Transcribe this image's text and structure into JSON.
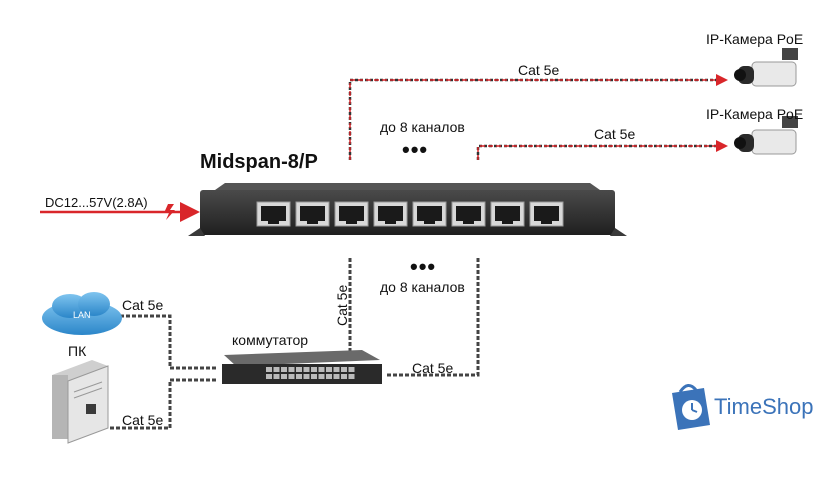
{
  "title": "Midspan-8/P",
  "power_label": "DC12...57V(2.8A)",
  "camera_label_1": "IP-Камера PoE",
  "camera_label_2": "IP-Камера PoE",
  "cable_label": "Cat 5e",
  "channels_top": "до 8 каналов",
  "channels_bottom": "до 8 каналов",
  "ellipsis": "•••",
  "switch_label": "коммутатор",
  "pc_label": "ПК",
  "cloud_label": "LAN",
  "brand_name": "TimeShop",
  "port_count": 8,
  "colors": {
    "data_line": "#d9262a",
    "cable": "#333333",
    "device_body": "#2e2e2e",
    "brand": "#3b73b9"
  }
}
